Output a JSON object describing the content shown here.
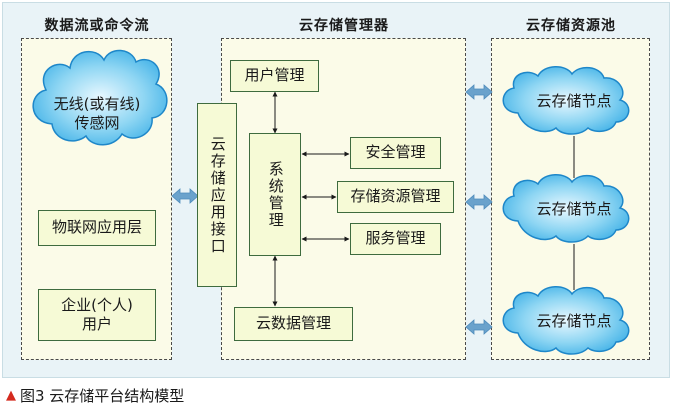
{
  "panels": {
    "left_title": "数据流或命令流",
    "middle_title": "云存储管理器",
    "right_title": "云存储资源池"
  },
  "left": {
    "cloud_label_line1": "无线(或有线)",
    "cloud_label_line2": "传感网",
    "iot_layer": "物联网应用层",
    "enterprise_line1": "企业(个人)",
    "enterprise_line2": "用户"
  },
  "manager": {
    "user_mgmt": "用户管理",
    "api": "云存储应用接口",
    "system_mgmt": "系统管理",
    "security_mgmt": "安全管理",
    "storage_mgmt": "存储资源管理",
    "service_mgmt": "服务管理",
    "data_mgmt": "云数据管理"
  },
  "pool": {
    "nodes": [
      "云存储节点",
      "云存储节点",
      "云存储节点"
    ]
  },
  "caption": {
    "marker": "▲",
    "text": "图3  云存储平台结构模型"
  },
  "colors": {
    "cloud_fill": "#55c3ee",
    "cloud_stroke": "#1e87c9",
    "arrow": "#6aa2cc",
    "box_border": "#3e6b3e",
    "box_fill": "#f6fad6"
  }
}
